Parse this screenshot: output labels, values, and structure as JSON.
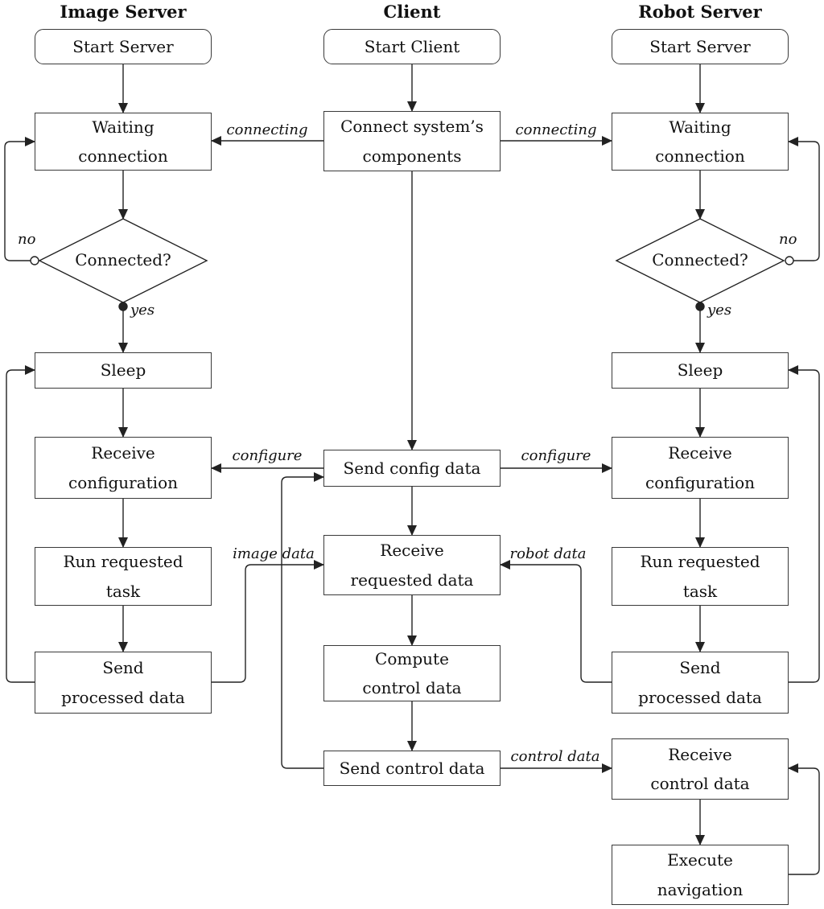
{
  "columns": [
    {
      "id": "image-server",
      "title": "Image Server"
    },
    {
      "id": "client",
      "title": "Client"
    },
    {
      "id": "robot-server",
      "title": "Robot Server"
    }
  ],
  "nodes": {
    "img_start": {
      "label": "Start Server",
      "shape": "rounded"
    },
    "img_waiting": {
      "label": "Waiting\nconnection",
      "shape": "rect"
    },
    "img_connected": {
      "label": "Connected?",
      "shape": "diamond"
    },
    "img_sleep": {
      "label": "Sleep",
      "shape": "rect"
    },
    "img_receive_config": {
      "label": "Receive\nconfiguration",
      "shape": "rect"
    },
    "img_run_task": {
      "label": "Run requested\ntask",
      "shape": "rect"
    },
    "img_send_processed": {
      "label": "Send\nprocessed data",
      "shape": "rect"
    },
    "cli_start": {
      "label": "Start Client",
      "shape": "rounded"
    },
    "cli_connect": {
      "label": "Connect system’s\ncomponents",
      "shape": "rect"
    },
    "cli_send_config": {
      "label": "Send config data",
      "shape": "rect"
    },
    "cli_receive_requested": {
      "label": "Receive\nrequested data",
      "shape": "rect"
    },
    "cli_compute_control": {
      "label": "Compute\ncontrol data",
      "shape": "rect"
    },
    "cli_send_control": {
      "label": "Send control data",
      "shape": "rect"
    },
    "rob_start": {
      "label": "Start Server",
      "shape": "rounded"
    },
    "rob_waiting": {
      "label": "Waiting\nconnection",
      "shape": "rect"
    },
    "rob_connected": {
      "label": "Connected?",
      "shape": "diamond"
    },
    "rob_sleep": {
      "label": "Sleep",
      "shape": "rect"
    },
    "rob_receive_config": {
      "label": "Receive\nconfiguration",
      "shape": "rect"
    },
    "rob_run_task": {
      "label": "Run requested\ntask",
      "shape": "rect"
    },
    "rob_send_processed": {
      "label": "Send\nprocessed data",
      "shape": "rect"
    },
    "rob_receive_control": {
      "label": "Receive\ncontrol data",
      "shape": "rect"
    },
    "rob_execute_nav": {
      "label": "Execute\nnavigation",
      "shape": "rect"
    }
  },
  "edge_labels": {
    "connecting_left": "connecting",
    "connecting_right": "connecting",
    "configure_left": "configure",
    "configure_right": "configure",
    "image_data": "image data",
    "robot_data": "robot data",
    "control_data": "control data",
    "no_left": "no",
    "no_right": "no",
    "yes_left": "yes",
    "yes_right": "yes"
  },
  "colors": {
    "background": "#ffffff",
    "line": "#222222",
    "box_border": "#3a3a3a",
    "text": "#111111"
  }
}
